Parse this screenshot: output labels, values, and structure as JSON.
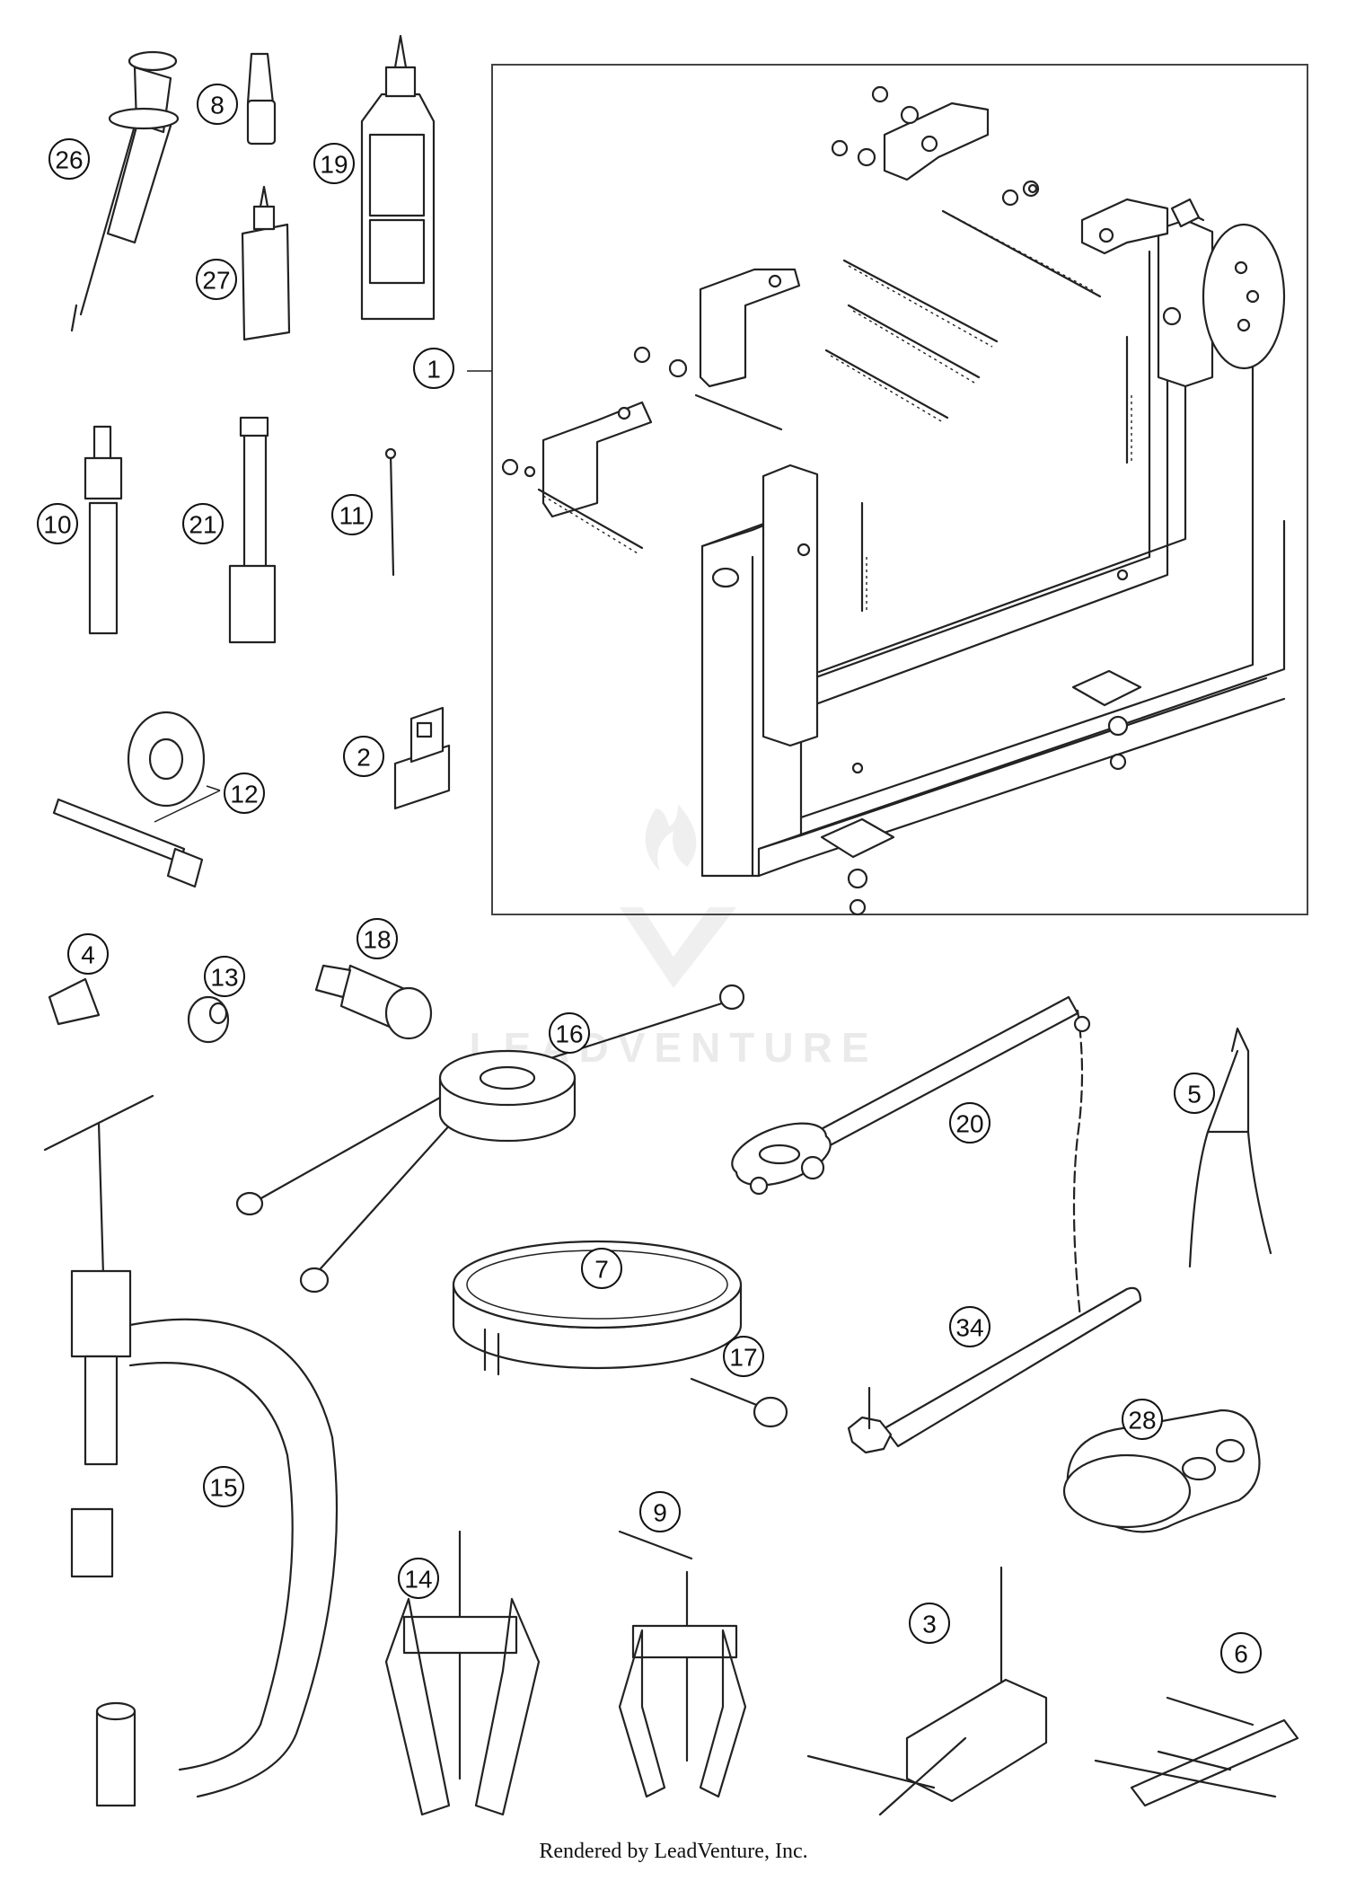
{
  "watermark": {
    "brand": "LEADVENTURE"
  },
  "footer": {
    "text": "Rendered by LeadVenture, Inc."
  },
  "callouts": [
    {
      "id": "c26",
      "label": "26"
    },
    {
      "id": "c8",
      "label": "8"
    },
    {
      "id": "c19",
      "label": "19"
    },
    {
      "id": "c27",
      "label": "27"
    },
    {
      "id": "c1",
      "label": "1"
    },
    {
      "id": "c10",
      "label": "10"
    },
    {
      "id": "c21",
      "label": "21"
    },
    {
      "id": "c11",
      "label": "11"
    },
    {
      "id": "c12",
      "label": "12"
    },
    {
      "id": "c2",
      "label": "2"
    },
    {
      "id": "c4",
      "label": "4"
    },
    {
      "id": "c13",
      "label": "13"
    },
    {
      "id": "c18",
      "label": "18"
    },
    {
      "id": "c16",
      "label": "16"
    },
    {
      "id": "c20",
      "label": "20"
    },
    {
      "id": "c5",
      "label": "5"
    },
    {
      "id": "c7",
      "label": "7"
    },
    {
      "id": "c34",
      "label": "34"
    },
    {
      "id": "c17",
      "label": "17"
    },
    {
      "id": "c28",
      "label": "28"
    },
    {
      "id": "c15",
      "label": "15"
    },
    {
      "id": "c9",
      "label": "9"
    },
    {
      "id": "c14",
      "label": "14"
    },
    {
      "id": "c3",
      "label": "3"
    },
    {
      "id": "c6",
      "label": "6"
    }
  ]
}
